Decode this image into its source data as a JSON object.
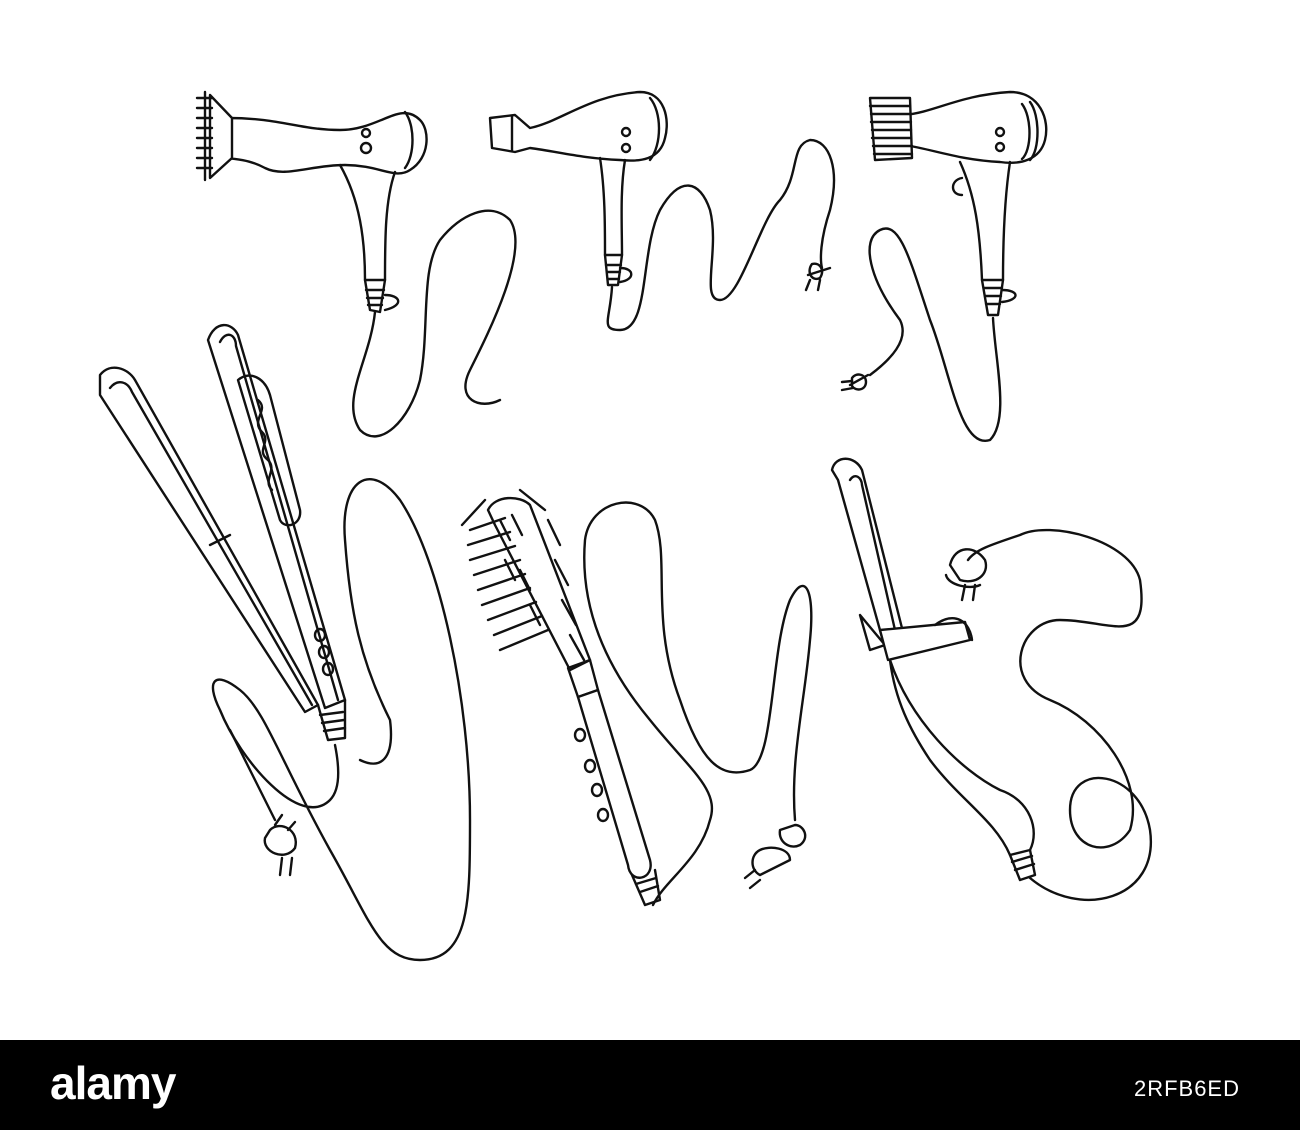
{
  "footer": {
    "logo_text": "alamy",
    "image_id": "2RFB6ED",
    "background": "#000000",
    "text_color": "#ffffff"
  },
  "illustration": {
    "style": "black line art on white",
    "line_color": "#111111",
    "background": "#ffffff",
    "items": [
      "hair-dryer-with-comb-nozzle",
      "hair-dryer-with-concentrator-nozzle",
      "hair-dryer-with-striped-nozzle",
      "hair-straightener",
      "round-thermal-brush",
      "curling-iron"
    ]
  }
}
